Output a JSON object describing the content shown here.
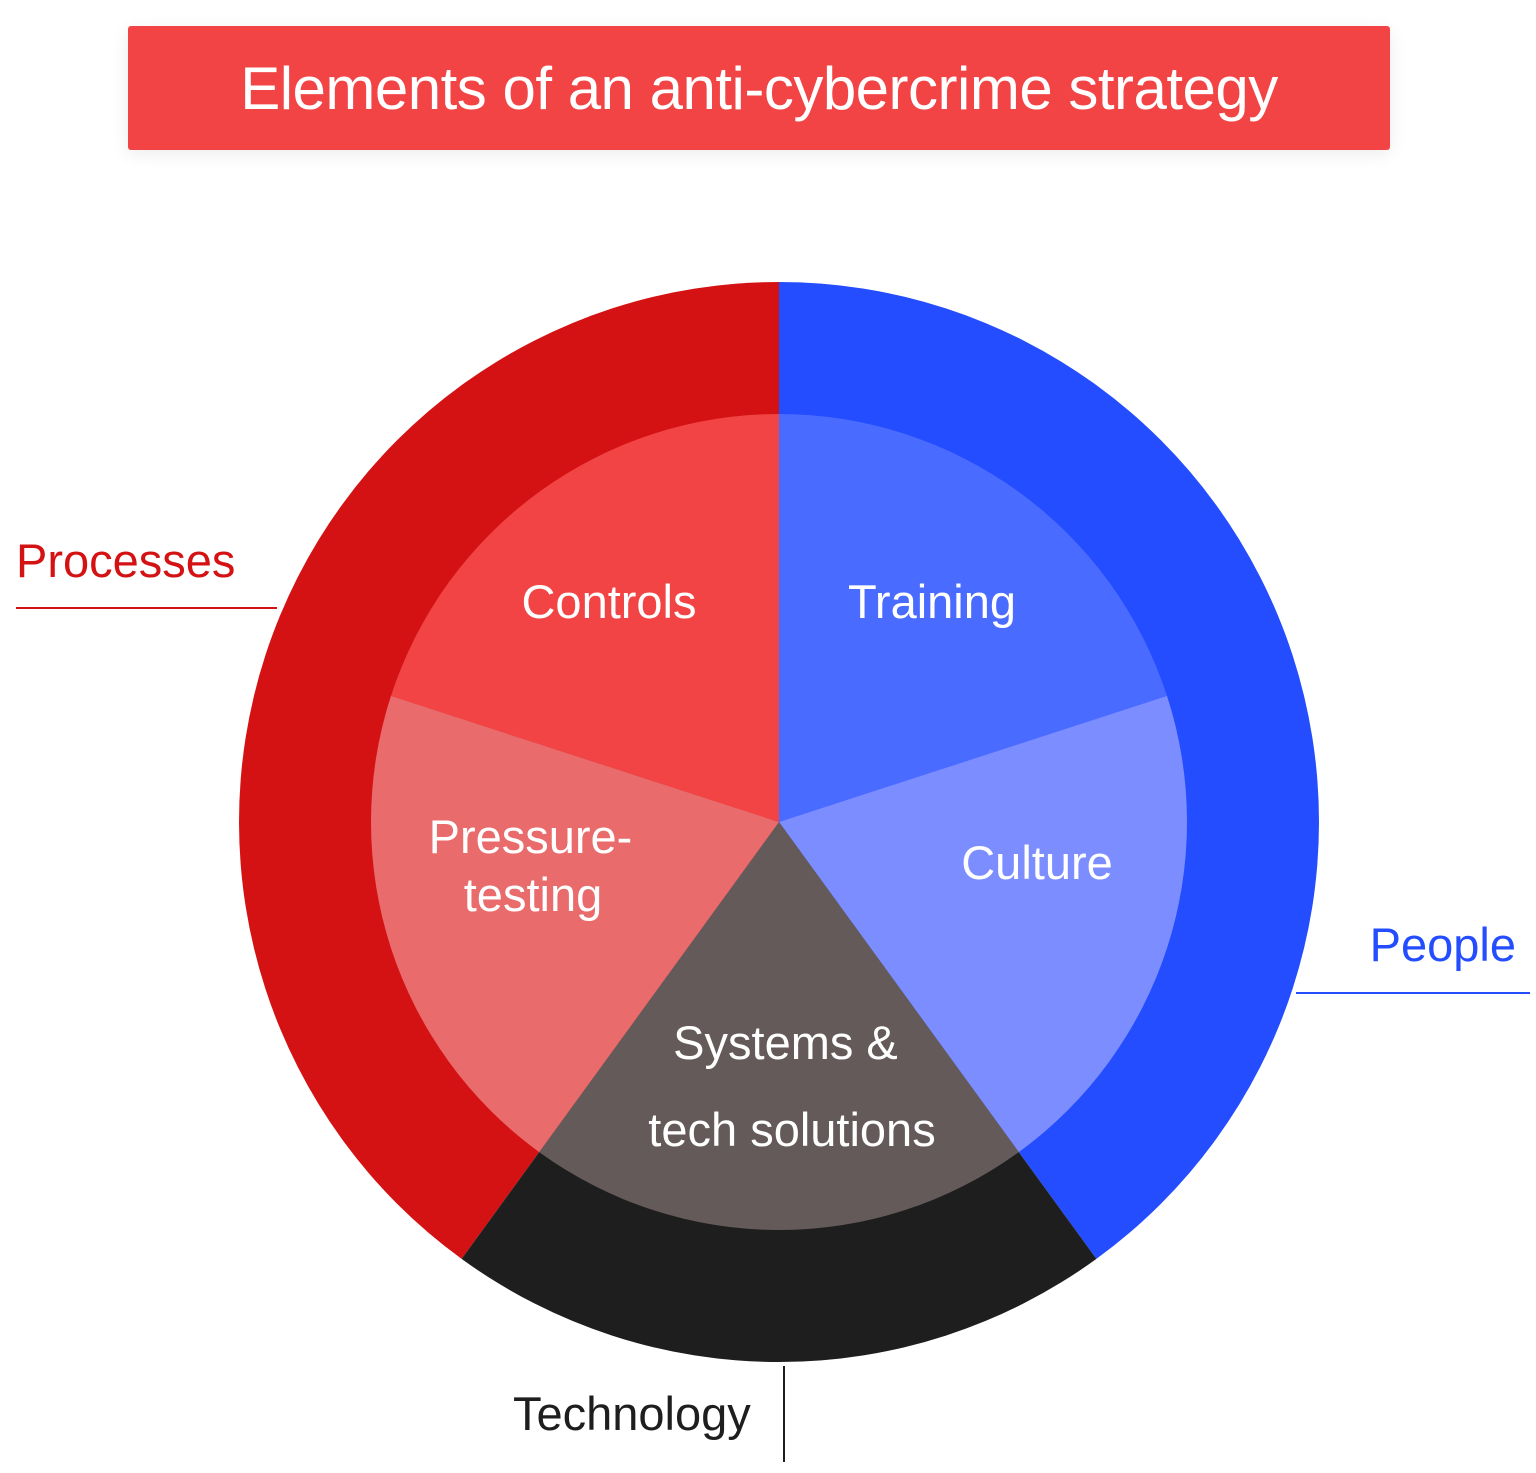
{
  "title": "Elements of an anti-cybercrime strategy",
  "outer_ring": [
    {
      "label": "Processes",
      "color": "#d41214"
    },
    {
      "label": "People",
      "color": "#234dfe"
    },
    {
      "label": "Technology",
      "color": "#1e1e1e"
    }
  ],
  "inner_segments": [
    {
      "label_lines": [
        "Controls"
      ],
      "color": "#f24445",
      "group": "Processes"
    },
    {
      "label_lines": [
        "Training"
      ],
      "color": "#4a6bff",
      "group": "People"
    },
    {
      "label_lines": [
        "Culture"
      ],
      "color": "#7c8dff",
      "group": "People"
    },
    {
      "label_lines": [
        "Systems &",
        "tech solutions"
      ],
      "color": "#645a5a",
      "group": "Technology"
    },
    {
      "label_lines": [
        "Pressure-",
        "testing"
      ],
      "color": "#e96b6b",
      "group": "Processes"
    }
  ],
  "colors": {
    "title_background": "#f24445",
    "title_text": "#ffffff"
  }
}
